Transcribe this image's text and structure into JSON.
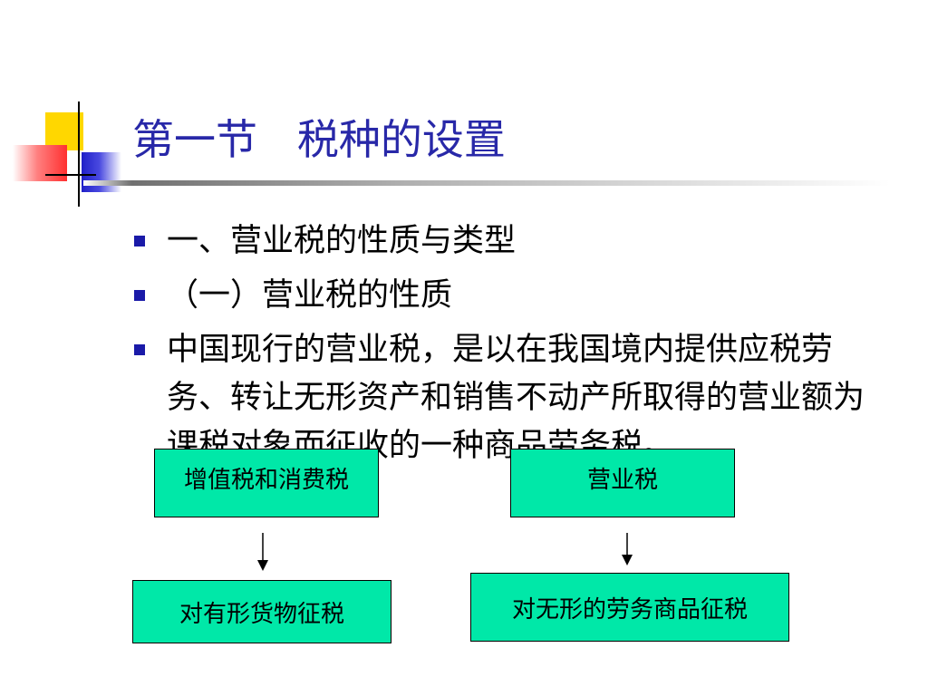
{
  "slide": {
    "title": "第一节   税种的设置",
    "bullets": [
      "一、营业税的性质与类型",
      "（一）营业税的性质",
      "中国现行的营业税，是以在我国境内提供应税劳务、转让无形资产和销售不动产所取得的营业额为课税对象而征收的一种商品劳务税。"
    ]
  },
  "diagram": {
    "box_vat_consumption": "增值税和消费税",
    "box_business_tax": "营业税",
    "box_tangible_goods": "对有形货物征税",
    "box_intangible_services": "对无形的劳务商品征税"
  },
  "colors": {
    "title": "#2828a8",
    "bullet_marker": "#1a1aa8",
    "box_fill": "#00e8a8",
    "accent_yellow": "#ffd700",
    "accent_blue": "#2020c8",
    "accent_red": "#ff3030"
  }
}
